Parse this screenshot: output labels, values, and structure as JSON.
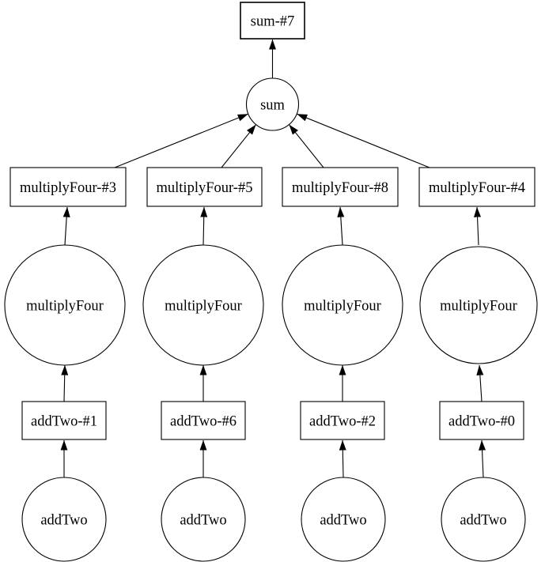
{
  "diagram": {
    "background_color": "#ffffff",
    "stroke_color": "#000000",
    "text_color": "#000000",
    "description": "Call graph: four addTwo function nodes feed addTwo-#N op nodes, which feed multiplyFour function nodes, which feed multiplyFour-#N op nodes, all converging on a sum function node that feeds the sum-#7 op node.",
    "sum_op": "sum-#7",
    "sum_fn": "sum",
    "columns": [
      {
        "mul_op": "multiplyFour-#3",
        "mul_fn": "multiplyFour",
        "add_op": "addTwo-#1",
        "add_fn": "addTwo"
      },
      {
        "mul_op": "multiplyFour-#5",
        "mul_fn": "multiplyFour",
        "add_op": "addTwo-#6",
        "add_fn": "addTwo"
      },
      {
        "mul_op": "multiplyFour-#8",
        "mul_fn": "multiplyFour",
        "add_op": "addTwo-#2",
        "add_fn": "addTwo"
      },
      {
        "mul_op": "multiplyFour-#4",
        "mul_fn": "multiplyFour",
        "add_op": "addTwo-#0",
        "add_fn": "addTwo"
      }
    ],
    "edges": [
      {
        "from": "addTwo (col1)",
        "to": "addTwo-#1"
      },
      {
        "from": "addTwo (col2)",
        "to": "addTwo-#6"
      },
      {
        "from": "addTwo (col3)",
        "to": "addTwo-#2"
      },
      {
        "from": "addTwo (col4)",
        "to": "addTwo-#0"
      },
      {
        "from": "addTwo-#1",
        "to": "multiplyFour (col1)"
      },
      {
        "from": "addTwo-#6",
        "to": "multiplyFour (col2)"
      },
      {
        "from": "addTwo-#2",
        "to": "multiplyFour (col3)"
      },
      {
        "from": "addTwo-#0",
        "to": "multiplyFour (col4)"
      },
      {
        "from": "multiplyFour (col1)",
        "to": "multiplyFour-#3"
      },
      {
        "from": "multiplyFour (col2)",
        "to": "multiplyFour-#5"
      },
      {
        "from": "multiplyFour (col3)",
        "to": "multiplyFour-#8"
      },
      {
        "from": "multiplyFour (col4)",
        "to": "multiplyFour-#4"
      },
      {
        "from": "multiplyFour-#3",
        "to": "sum"
      },
      {
        "from": "multiplyFour-#5",
        "to": "sum"
      },
      {
        "from": "multiplyFour-#8",
        "to": "sum"
      },
      {
        "from": "multiplyFour-#4",
        "to": "sum"
      },
      {
        "from": "sum",
        "to": "sum-#7"
      }
    ]
  }
}
